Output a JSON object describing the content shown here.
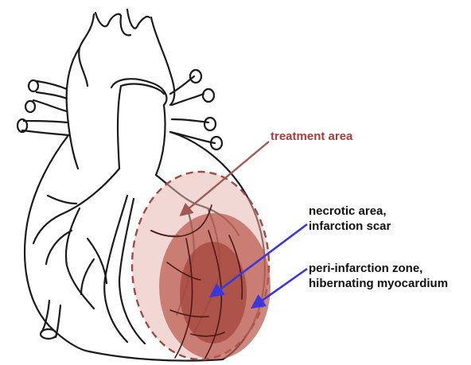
{
  "labels": {
    "treatment_area": "treatment area",
    "necrotic_area": [
      "necrotic area,",
      "infarction scar"
    ],
    "peri_infarction_zone": [
      "peri-infarction zone,",
      "hibernating myocardium"
    ]
  },
  "colors": {
    "treatment_label": "#a63c3c",
    "zone_label": "#111111",
    "outline": "#1a1a1a",
    "treatment_fill": "#e8b8b0",
    "treatment_border": "#a04a44",
    "peri_fill": "#b85a4e",
    "scar_fill": "#a3463c",
    "arrow_treatment": "#a05a52",
    "arrow_zone": "#3a36e0"
  }
}
